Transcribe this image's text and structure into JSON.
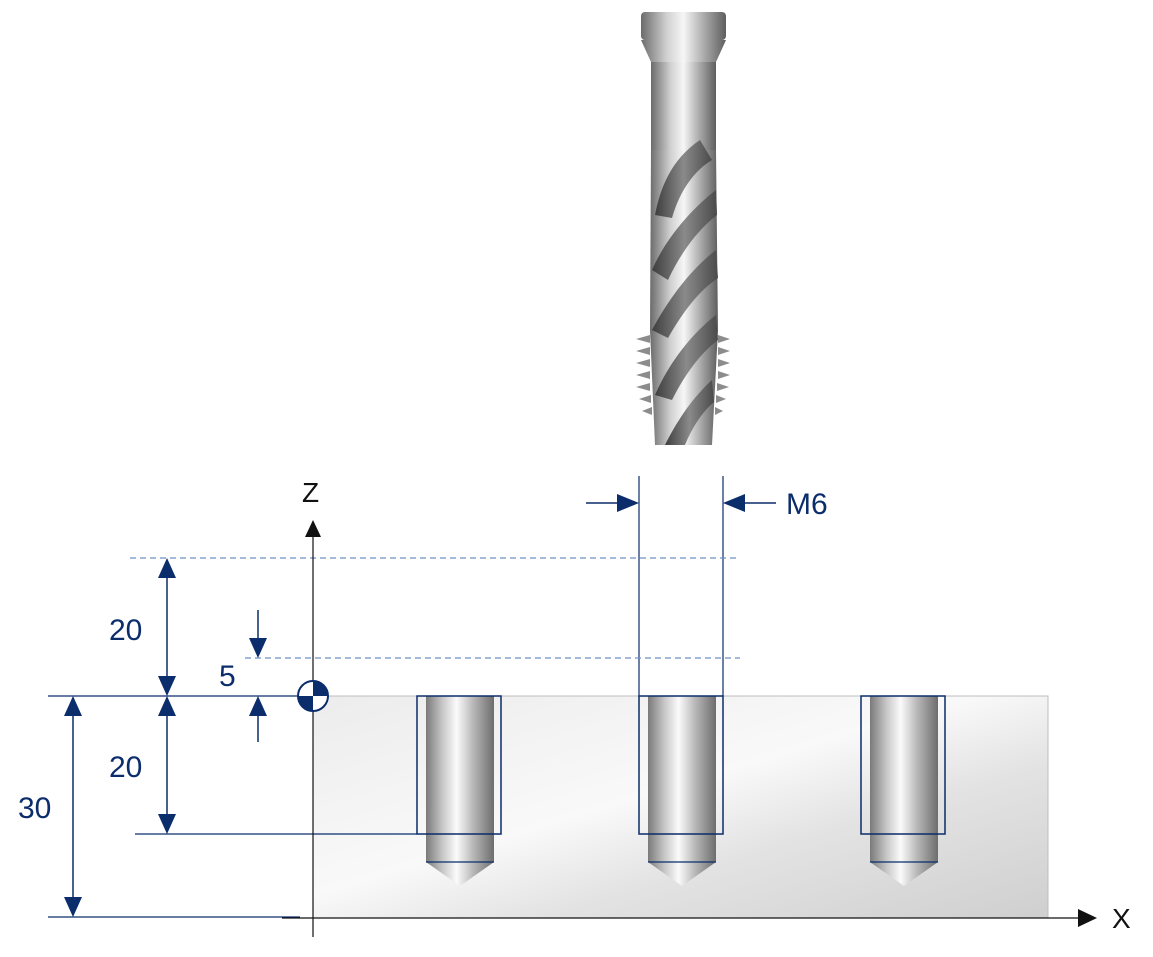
{
  "axes": {
    "z_label": "Z",
    "x_label": "X"
  },
  "dimensions": {
    "retract_height": "20",
    "safety_clearance": "5",
    "thread_depth": "20",
    "workpiece_height": "30",
    "thread_size": "M6"
  },
  "colors": {
    "dimension": "#0b2d6b",
    "axis": "#111111",
    "guide_dashed": "#6f8fc7",
    "workpiece_light": "#f4f4f4",
    "workpiece_dark": "#c9c9c9"
  },
  "icons": {
    "tool": "spiral-flute-tap-icon",
    "origin": "workpiece-zero-point-icon"
  }
}
